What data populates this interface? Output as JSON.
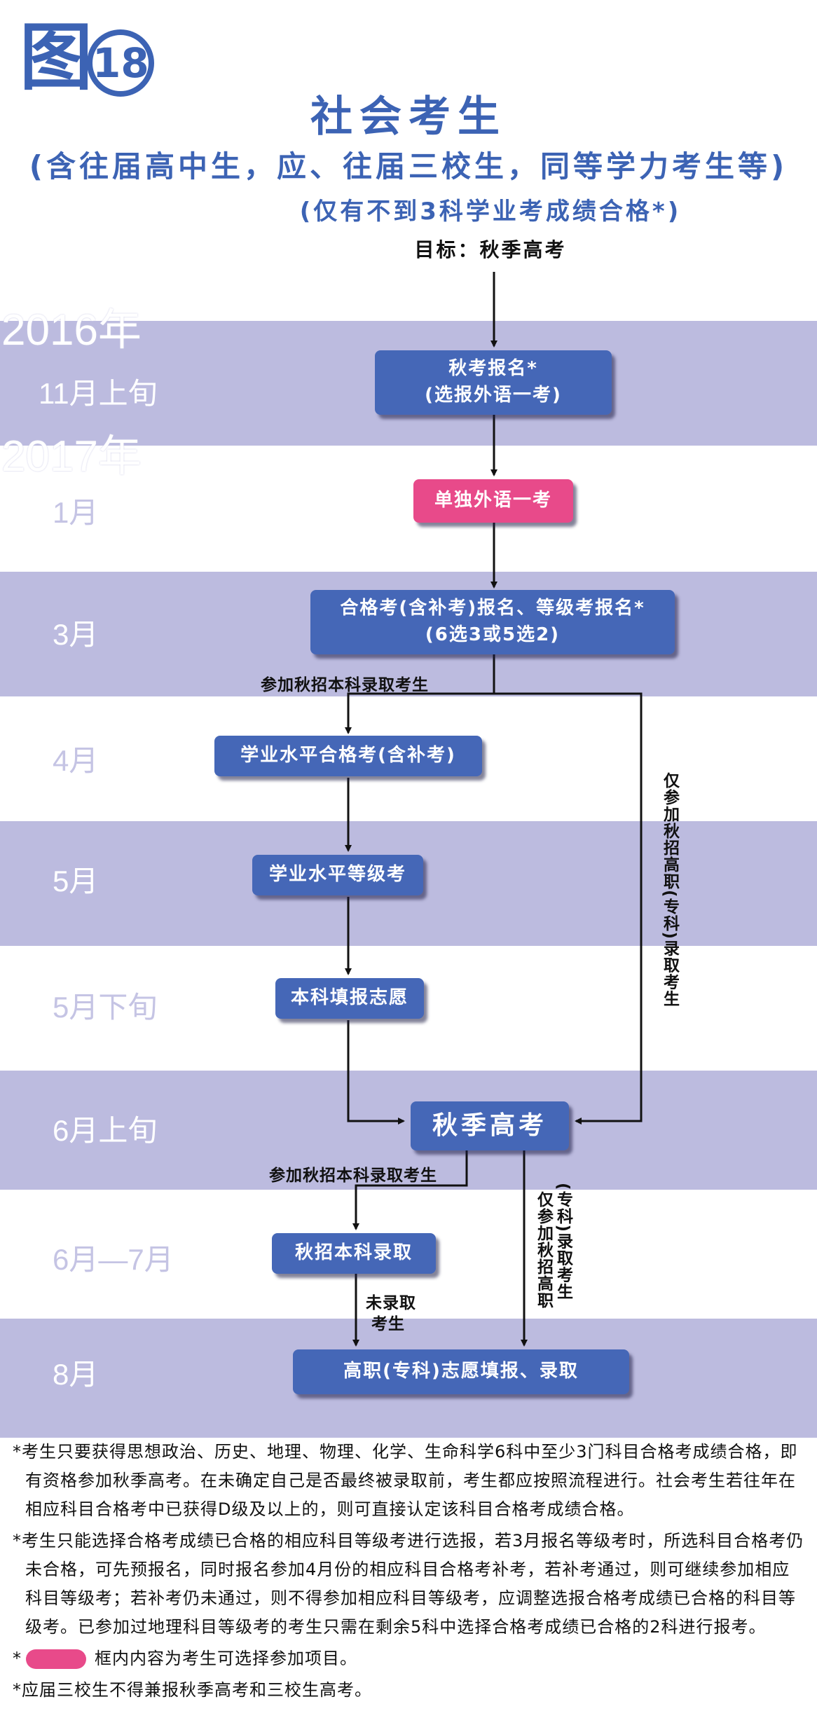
{
  "figure": {
    "prefix": "图",
    "number": "18"
  },
  "title": {
    "main": "社会考生",
    "sub1": "(含往届高中生，应、往届三校生，同等学力考生等)",
    "sub2": "(仅有不到3科学业考成绩合格*)",
    "target": "目标：秋季高考"
  },
  "timeline": {
    "years": [
      "2016年",
      "2017年"
    ],
    "months": [
      "11月上旬",
      "1月",
      "3月",
      "4月",
      "5月",
      "5月下旬",
      "6月上旬",
      "6月—7月",
      "8月"
    ]
  },
  "boxes": {
    "autumn_reg_l1": "秋考报名*",
    "autumn_reg_l2": "(选报外语一考)",
    "foreign_exam": "单独外语一考",
    "qual_reg_l1": "合格考(含补考)报名、等级考报名*",
    "qual_reg_l2": "(6选3或5选2)",
    "qual_exam": "学业水平合格考(含补考)",
    "level_exam": "学业水平等级考",
    "bachelor_pref": "本科填报志愿",
    "gaokao": "秋季高考",
    "bachelor_admit": "秋招本科录取",
    "vocational": "高职(专科)志愿填报、录取"
  },
  "labels": {
    "bachelor_path_1": "参加秋招本科录取考生",
    "vocational_only_1": "仅参加秋招高职(专科)录取考生",
    "bachelor_path_2": "参加秋招本科录取考生",
    "vocational_only_2a": "(专科)录取考生",
    "vocational_only_2b": "仅参加秋招高职",
    "not_admitted_1": "未录取",
    "not_admitted_2": "考生"
  },
  "notes": {
    "n1": "*考生只要获得思想政治、历史、地理、物理、化学、生命科学6科中至少3门科目合格考成绩合格，即有资格参加秋季高考。在未确定自己是否最终被录取前，考生都应按照流程进行。社会考生若往年在相应科目合格考中已获得D级及以上的，则可直接认定该科目合格考成绩合格。",
    "n2": "*考生只能选择合格考成绩已合格的相应科目等级考进行选报，若3月报名等级考时，所选科目合格考仍未合格，可先预报名，同时报名参加4月份的相应科目合格考补考，若补考通过，则可继续参加相应科目等级考；若补考仍未通过，则不得参加相应科目等级考，应调整选报合格考成绩已合格的科目等级考。已参加过地理科目等级考的考生只需在剩余5科中选择合格考成绩已合格的2科进行报考。",
    "n3_star": "*",
    "n3": "框内内容为考生可选择参加项目。",
    "n4": "*应届三校生不得兼报秋季高考和三校生高考。"
  },
  "colors": {
    "accent": "#3c63b4",
    "box": "#4567b7",
    "optional": "#e84a8a",
    "band": "#bcbbdf"
  }
}
